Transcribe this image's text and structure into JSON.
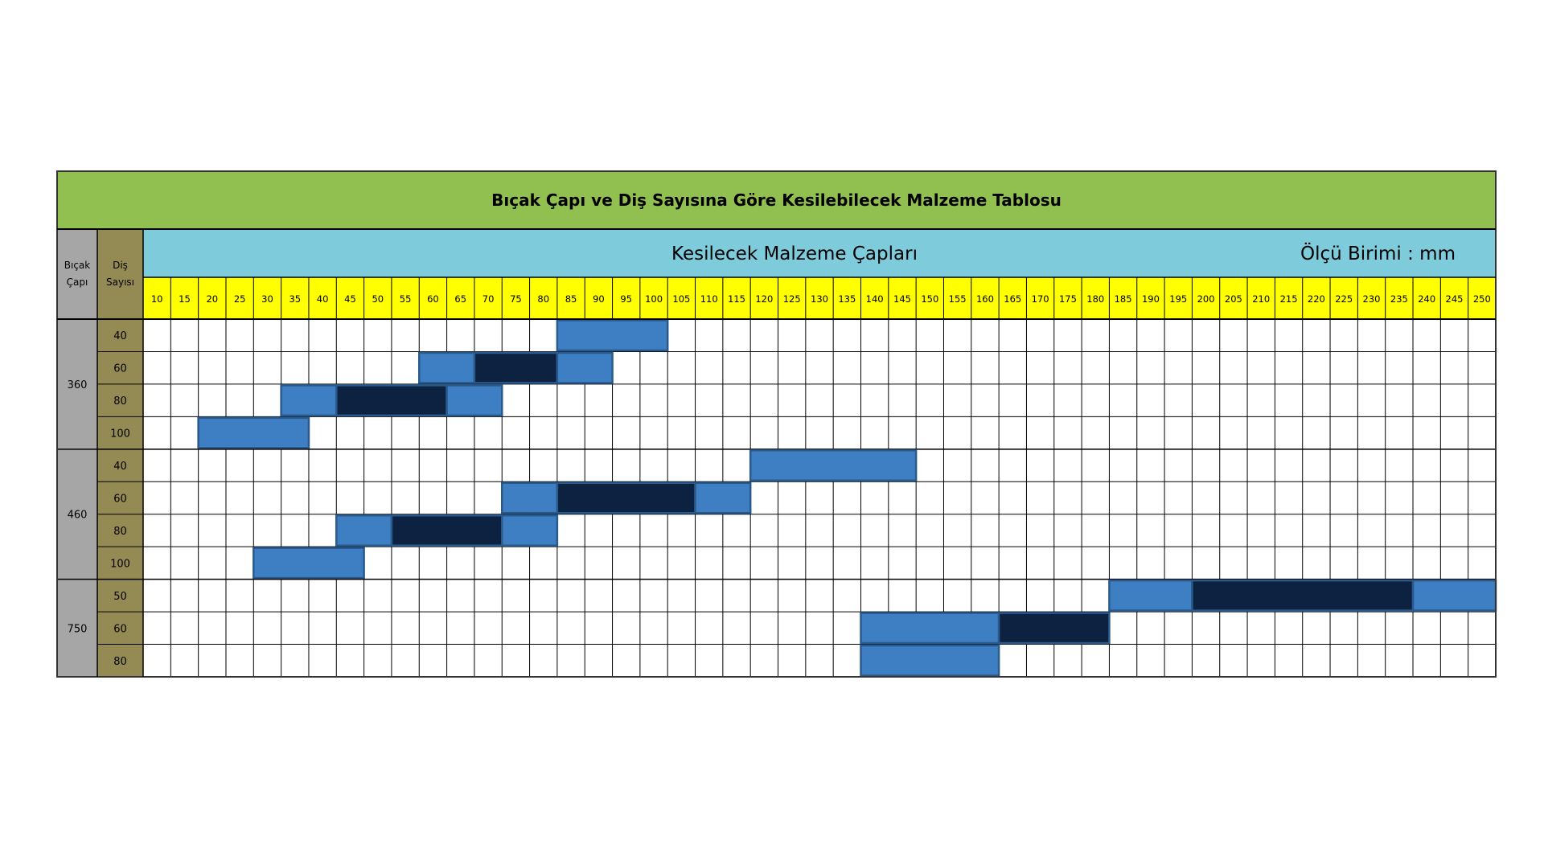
{
  "chart_data": {
    "type": "table",
    "title": "Bıçak Çapı ve Diş Sayısına Göre Kesilebilecek Malzeme Tablosu",
    "subtitle": "Kesilecek Malzeme Çapları",
    "unit_label": "Ölçü Birimi  :  mm",
    "row_header_blade": "Bıçak Çapı",
    "row_header_teeth": "Diş Sayısı",
    "columns": [
      10,
      15,
      20,
      25,
      30,
      35,
      40,
      45,
      50,
      55,
      60,
      65,
      70,
      75,
      80,
      85,
      90,
      95,
      100,
      105,
      110,
      115,
      120,
      125,
      130,
      135,
      140,
      145,
      150,
      155,
      160,
      165,
      170,
      175,
      180,
      185,
      190,
      195,
      200,
      205,
      210,
      215,
      220,
      225,
      230,
      235,
      240,
      245,
      250
    ],
    "groups": [
      {
        "blade": "360",
        "rows": [
          {
            "teeth": "40",
            "segments": [
              {
                "from": 85,
                "to": 100,
                "kind": "suitable"
              }
            ]
          },
          {
            "teeth": "60",
            "segments": [
              {
                "from": 60,
                "to": 65,
                "kind": "suitable"
              },
              {
                "from": 70,
                "to": 80,
                "kind": "optimal"
              },
              {
                "from": 85,
                "to": 90,
                "kind": "suitable"
              }
            ]
          },
          {
            "teeth": "80",
            "segments": [
              {
                "from": 35,
                "to": 40,
                "kind": "suitable"
              },
              {
                "from": 45,
                "to": 60,
                "kind": "optimal"
              },
              {
                "from": 65,
                "to": 70,
                "kind": "suitable"
              }
            ]
          },
          {
            "teeth": "100",
            "segments": [
              {
                "from": 20,
                "to": 35,
                "kind": "suitable"
              }
            ]
          }
        ]
      },
      {
        "blade": "460",
        "rows": [
          {
            "teeth": "40",
            "segments": [
              {
                "from": 120,
                "to": 145,
                "kind": "suitable"
              }
            ]
          },
          {
            "teeth": "60",
            "segments": [
              {
                "from": 75,
                "to": 80,
                "kind": "suitable"
              },
              {
                "from": 85,
                "to": 105,
                "kind": "optimal"
              },
              {
                "from": 110,
                "to": 115,
                "kind": "suitable"
              }
            ]
          },
          {
            "teeth": "80",
            "segments": [
              {
                "from": 45,
                "to": 50,
                "kind": "suitable"
              },
              {
                "from": 55,
                "to": 70,
                "kind": "optimal"
              },
              {
                "from": 75,
                "to": 80,
                "kind": "suitable"
              }
            ]
          },
          {
            "teeth": "100",
            "segments": [
              {
                "from": 30,
                "to": 45,
                "kind": "suitable"
              }
            ]
          }
        ]
      },
      {
        "blade": "750",
        "rows": [
          {
            "teeth": "50",
            "segments": [
              {
                "from": 185,
                "to": 195,
                "kind": "suitable"
              },
              {
                "from": 200,
                "to": 235,
                "kind": "optimal"
              },
              {
                "from": 240,
                "to": 250,
                "kind": "suitable"
              }
            ]
          },
          {
            "teeth": "60",
            "segments": [
              {
                "from": 140,
                "to": 160,
                "kind": "suitable"
              },
              {
                "from": 165,
                "to": 180,
                "kind": "optimal"
              }
            ]
          },
          {
            "teeth": "80",
            "segments": [
              {
                "from": 140,
                "to": 160,
                "kind": "suitable"
              }
            ]
          }
        ]
      }
    ],
    "colors": {
      "title_band": "#92c050",
      "subtitle_band": "#7ecbdc",
      "column_header": "#ffff00",
      "blade_header": "#a6a6a6",
      "teeth_header": "#948a54",
      "suitable": "#3e7fc3",
      "optimal": "#0d2240",
      "bar_border": "#2a5a8c",
      "grid": "#000000"
    }
  }
}
